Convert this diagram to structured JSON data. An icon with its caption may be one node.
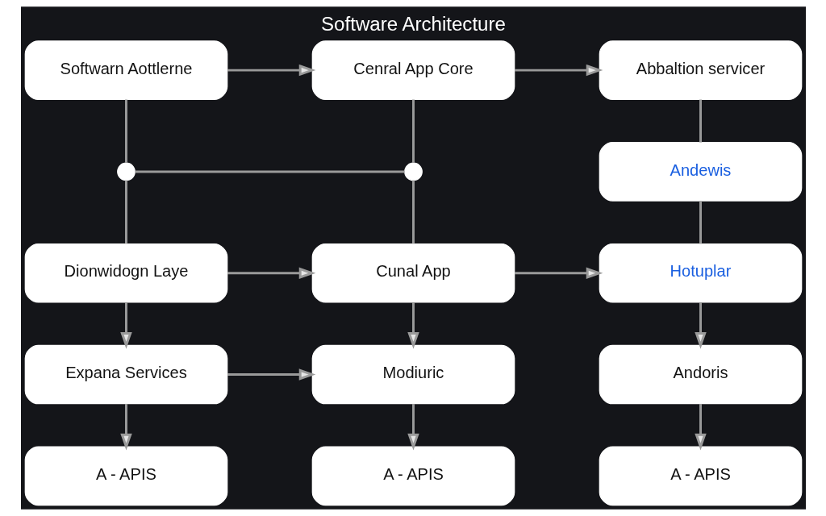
{
  "diagram": {
    "title": "Software Architecture",
    "nodes": [
      {
        "text": [
          "Softwarn Aottlerne"
        ]
      },
      {
        "text": [
          "Cenral App Core"
        ]
      },
      {
        "text": [
          "Abbaltion servicer"
        ]
      },
      {
        "text": [],
        "shape": "circle"
      },
      {
        "text": [],
        "shape": "circle"
      },
      {
        "text": [
          "Andewis"
        ]
      },
      {
        "text": [
          "Dionwidogn Laye"
        ]
      },
      {
        "text": [
          "Cunal App"
        ]
      },
      {
        "text": [
          "Hotuplar"
        ]
      },
      {
        "text": [
          "Expana Services"
        ]
      },
      {
        "text": [
          "Modiuric"
        ]
      },
      {
        "text": [
          "Andoris"
        ]
      },
      {
        "text": [
          "A - APIS"
        ]
      },
      {
        "text": [
          "A - APIS"
        ]
      },
      {
        "text": [
          "A - APIS"
        ]
      }
    ],
    "edges": [
      {
        "from": 0,
        "to": 1,
        "arrow": "to"
      },
      {
        "from": 1,
        "to": 2,
        "arrow": "to"
      },
      {
        "from": 0,
        "to": 3,
        "arrow": "none"
      },
      {
        "from": 3,
        "to": 6,
        "arrow": "none"
      },
      {
        "from": 3,
        "to": 4,
        "arrow": "none"
      },
      {
        "from": 1,
        "to": 4,
        "arrow": "none"
      },
      {
        "from": 4,
        "to": 7,
        "arrow": "none"
      },
      {
        "from": 2,
        "to": 5,
        "arrow": "none"
      },
      {
        "from": 5,
        "to": 8,
        "arrow": "none"
      },
      {
        "from": 6,
        "to": 7,
        "arrow": "to"
      },
      {
        "from": 7,
        "to": 8,
        "arrow": "to"
      },
      {
        "from": 6,
        "to": 9,
        "arrow": "to"
      },
      {
        "from": 7,
        "to": 10,
        "arrow": "to"
      },
      {
        "from": 8,
        "to": 11,
        "arrow": "to"
      },
      {
        "from": 9,
        "to": 10,
        "arrow": "to"
      },
      {
        "from": 9,
        "to": 12,
        "arrow": "to"
      },
      {
        "from": 10,
        "to": 13,
        "arrow": "to"
      },
      {
        "from": 11,
        "to": 14,
        "arrow": "to"
      }
    ]
  }
}
